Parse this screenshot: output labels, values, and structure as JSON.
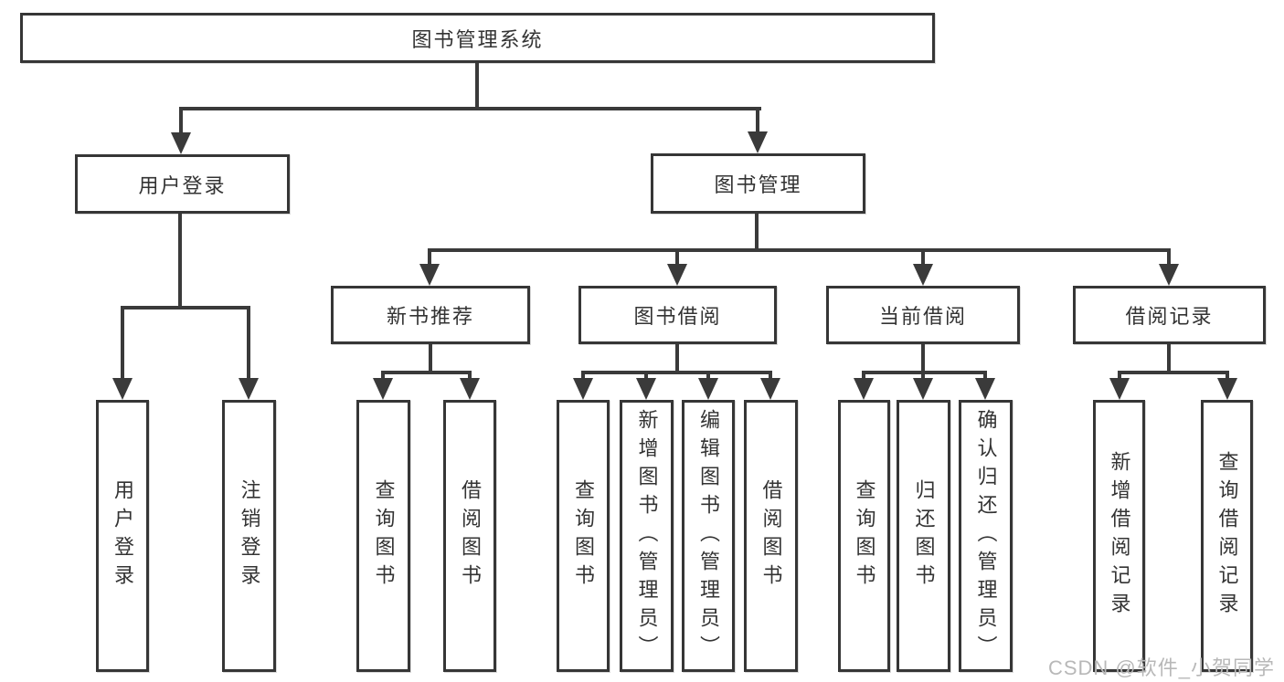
{
  "diagram": {
    "root": {
      "label": "图书管理系统"
    },
    "branches": {
      "user_login": {
        "label": "用户登录",
        "children": [
          "用户登录",
          "注销登录"
        ]
      },
      "book_management": {
        "label": "图书管理",
        "children": [
          {
            "label": "新书推荐",
            "children": [
              "查询图书",
              "借阅图书"
            ]
          },
          {
            "label": "图书借阅",
            "children": [
              "查询图书",
              "新增图书（管理员）",
              "编辑图书（管理员）",
              "借阅图书"
            ]
          },
          {
            "label": "当前借阅",
            "children": [
              "查询图书",
              "归还图书",
              "确认归还（管理员）"
            ]
          },
          {
            "label": "借阅记录",
            "children": [
              "新增借阅记录",
              "查询借阅记录"
            ]
          }
        ]
      }
    },
    "watermark": "CSDN @软件_小贺同学",
    "colors": {
      "line": "#3a3a3a",
      "text": "#333333",
      "watermark": "#b8b8b8",
      "background": "#ffffff"
    }
  }
}
